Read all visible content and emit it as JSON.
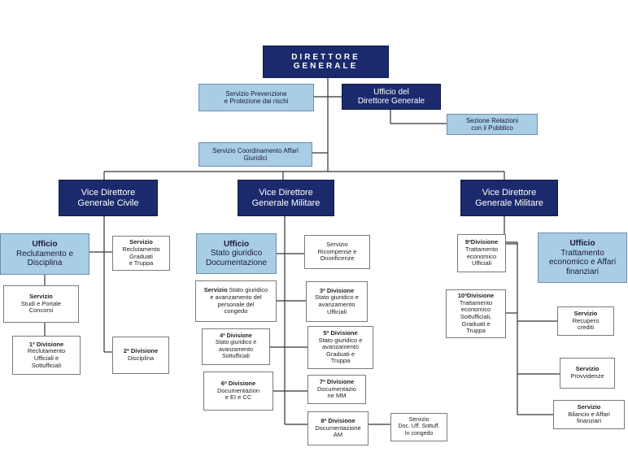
{
  "director": {
    "line1": "DIRETTORE",
    "line2": "GENERALE"
  },
  "staff": {
    "prevenzione": {
      "line1": "Servizio Prevenzione",
      "line2": "e Protezione dai rischi"
    },
    "ufficio_dg": {
      "line1": "Ufficio del",
      "line2": "Direttore Generale"
    },
    "relazioni": {
      "line1": "Sezione Relazioni",
      "line2": "con il Pubblico"
    },
    "coordinamento": {
      "line1": "Servizio Coordinamento Affari",
      "line2": "Giuridici"
    }
  },
  "vice_civile": {
    "line1": "Vice Direttore",
    "line2": "Generale Civile"
  },
  "vice_militare_1": {
    "line1": "Vice Direttore",
    "line2": "Generale Militare"
  },
  "vice_militare_2": {
    "line1": "Vice Direttore",
    "line2": "Generale Militare"
  },
  "civile": {
    "ufficio": {
      "title": "Ufficio",
      "line1": "Reclutamento e",
      "line2": "Disciplina"
    },
    "servizio_reclutamento": {
      "title": "Servizio",
      "line1": "Reclutamento",
      "line2": "Graduati",
      "line3": "e Truppa"
    },
    "servizio_studi": {
      "title": "Servizio",
      "line1": "Studi e Portale",
      "line2": "Concorsi"
    },
    "divisione1": {
      "title": "1ª Divisione",
      "line1": "Reclutamento",
      "line2": "Ufficiali e",
      "line3": "Sottufficiali"
    },
    "divisione2": {
      "title": "2ª Divisione",
      "line1": "Disciplina"
    }
  },
  "militare": {
    "ufficio": {
      "title": "Ufficio",
      "line1": "Stato giuridico",
      "line2": "Documentazione"
    },
    "servizio_ricompense": {
      "line1": "Servizio",
      "line2": "Ricompense e",
      "line3": "Onorificenze"
    },
    "servizio_stato": {
      "title": "Servizio",
      "line1": "Stato giuridico",
      "line2": "e avanzamento del",
      "line3": "personale del",
      "line4": "congedo"
    },
    "divisione3": {
      "title": "3ª Divisione",
      "line1": "Stato giuridico e",
      "line2": "avanzamento",
      "line3": "Ufficiali"
    },
    "divisione4": {
      "title": "4ª Divisione",
      "line1": "Stato giuridico e",
      "line2": "avanzamento",
      "line3": "Sottufficiali"
    },
    "divisione5": {
      "title": "5ª Divisione",
      "line1": "Stato giuridico e",
      "line2": "avanzamento",
      "line3": "Graduati e",
      "line4": "Truppa"
    },
    "divisione6": {
      "title": "6ª Divisione",
      "line1": "Documentazion",
      "line2": "e EI e CC"
    },
    "divisione7": {
      "title": "7ª Divisione",
      "line1": "Documentazio",
      "line2": "ne MM"
    },
    "divisione8": {
      "title": "8ª Divisione",
      "line1": "Documentazione",
      "line2": "AM"
    },
    "servizio_doc": {
      "line1": "Servizio",
      "line2": "Doc. Uff. Sottuff.",
      "line3": "In congedo"
    }
  },
  "militare2": {
    "divisione9": {
      "title": "9ªDivisione",
      "line1": "Trattamento",
      "line2": "economico",
      "line3": "Ufficiali"
    },
    "divisione10": {
      "title": "10ªDivisione",
      "line1": "Trattamento",
      "line2": "economico",
      "line3": "Sottufficiali,",
      "line4": "Graduati e",
      "line5": "Truppa"
    },
    "ufficio": {
      "title": "Ufficio",
      "line1": "Trattamento",
      "line2": "economico e Affari",
      "line3": "finanziari"
    },
    "recupero": {
      "title": "Servizio",
      "line1": "Recupero",
      "line2": "crediti"
    },
    "provvidenze": {
      "title": "Servizio",
      "line1": "Provvidenze"
    },
    "bilancio": {
      "title": "Servizio",
      "line1": "Bilancio e Affari",
      "line2": "finanziari"
    }
  },
  "colors": {
    "navy": "#1a2a6c",
    "light_blue": "#a9cde5",
    "line": "#333333"
  }
}
